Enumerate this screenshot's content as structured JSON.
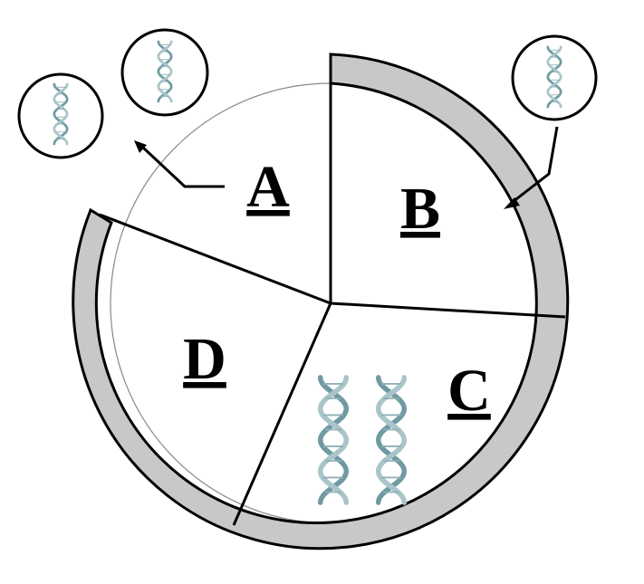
{
  "segments": [
    {
      "id": "A",
      "label": "A"
    },
    {
      "id": "B",
      "label": "B"
    },
    {
      "id": "C",
      "label": "C"
    },
    {
      "id": "D",
      "label": "D"
    }
  ],
  "colors": {
    "outline": "#000000",
    "thick_wall_fill": "#c8c8c8",
    "thin_wall": "#888888",
    "dna_dark": "#6f9aa2",
    "dna_light": "#a9c5ca",
    "background": "#ffffff"
  },
  "icons": {
    "dna": "dna-double-helix-icon",
    "callout": "dna-callout-circle",
    "arrow": "pointer-arrow"
  }
}
